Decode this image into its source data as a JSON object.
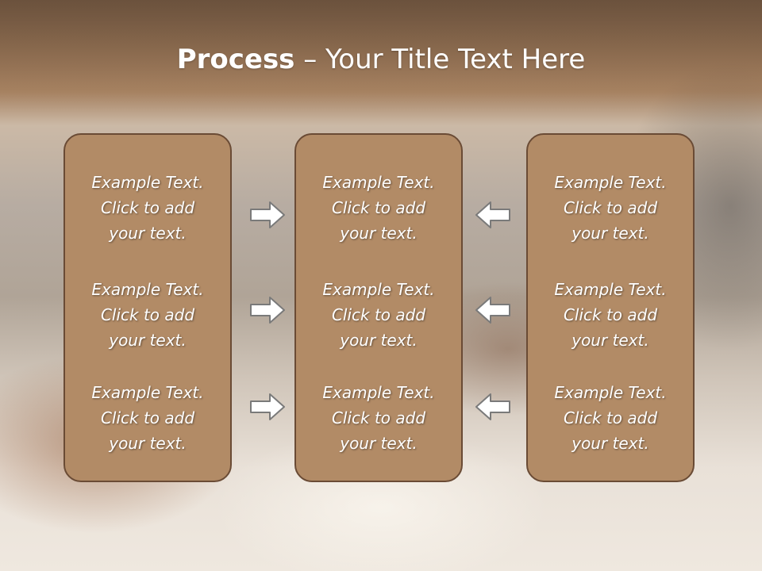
{
  "slide": {
    "title_bold": "Process",
    "title_rest": " – Your Title Text Here"
  },
  "columns": [
    {
      "items": [
        {
          "line1": "Example Text.",
          "line2": "Click  to add",
          "line3": "your text."
        },
        {
          "line1": "Example Text.",
          "line2": "Click  to add",
          "line3": "your text."
        },
        {
          "line1": "Example Text.",
          "line2": "Click  to add",
          "line3": "your text."
        }
      ]
    },
    {
      "items": [
        {
          "line1": "Example Text.",
          "line2": "Click  to add",
          "line3": "your text."
        },
        {
          "line1": "Example Text.",
          "line2": "Click  to add",
          "line3": "your text."
        },
        {
          "line1": "Example Text.",
          "line2": "Click  to add",
          "line3": "your text."
        }
      ]
    },
    {
      "items": [
        {
          "line1": "Example Text.",
          "line2": "Click  to add",
          "line3": "your text."
        },
        {
          "line1": "Example Text.",
          "line2": "Click  to add",
          "line3": "your text."
        },
        {
          "line1": "Example Text.",
          "line2": "Click  to add",
          "line3": "your text."
        }
      ]
    }
  ],
  "arrows": {
    "left_column": [
      "arrow-right-icon",
      "arrow-right-icon",
      "arrow-right-icon"
    ],
    "right_column": [
      "arrow-left-icon",
      "arrow-left-icon",
      "arrow-left-icon"
    ]
  },
  "colors": {
    "box_fill": "#b28b66",
    "box_border": "#6a4b35",
    "arrow_fill": "#ffffff",
    "arrow_stroke": "#7a7a7a"
  }
}
